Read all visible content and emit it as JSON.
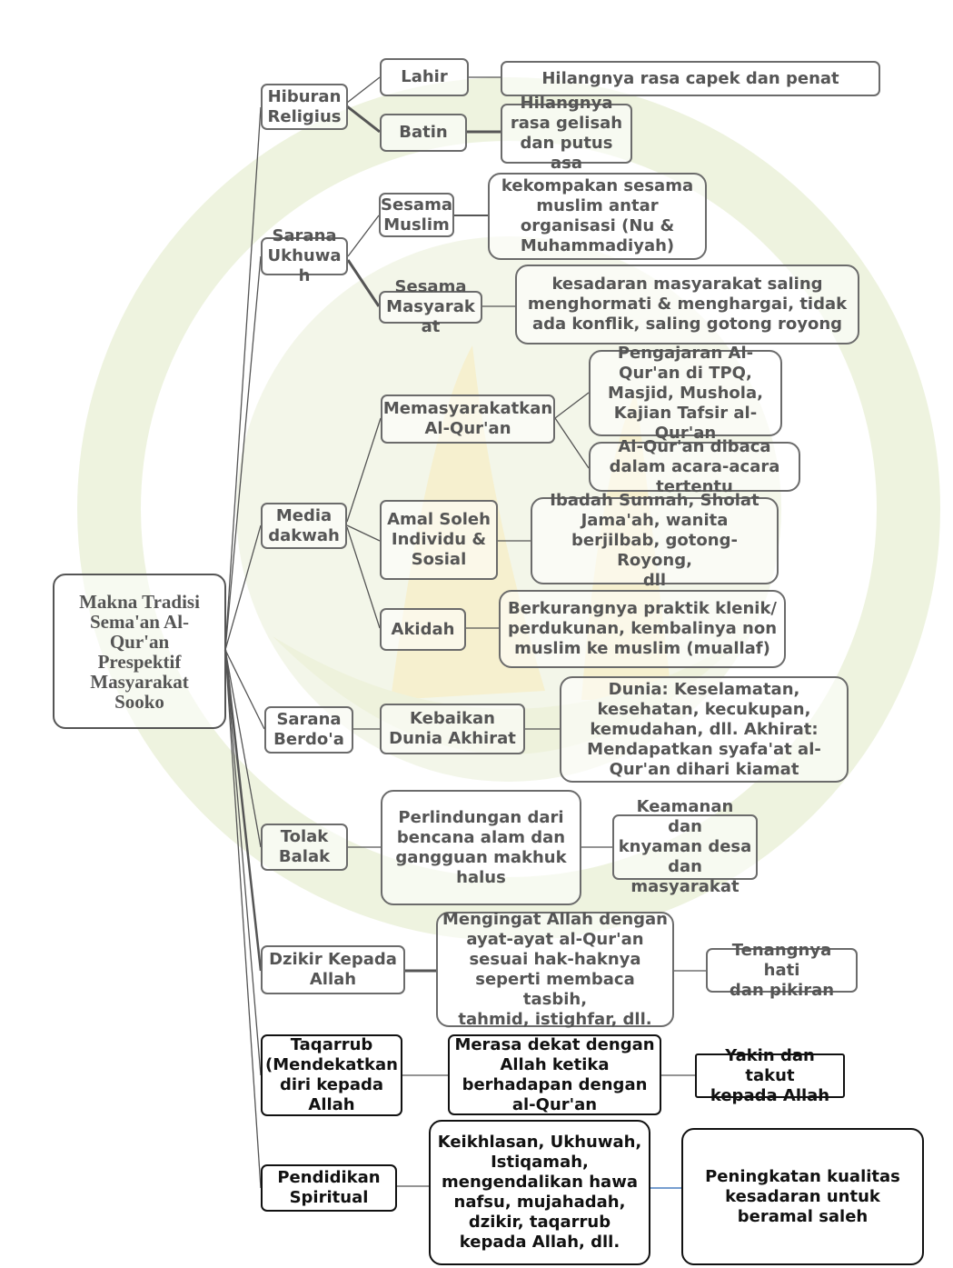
{
  "root": "Makna Tradisi\nSema'an Al-\nQur'an\nPrespektif\nMasyarakat\nSooko",
  "branches": [
    {
      "label": "Hiburan\nReligius",
      "children": [
        {
          "label": "Lahir",
          "children": [
            "Hilangnya rasa capek dan penat"
          ]
        },
        {
          "label": "Batin",
          "children": [
            "Hilangnya\nrasa gelisah\ndan putus\nasa"
          ]
        }
      ]
    },
    {
      "label": "Sarana\nUkhuwa\nh",
      "children": [
        {
          "label": "Sesama\nMuslim",
          "children": [
            "kekompakan sesama\nmuslim antar\norganisasi (Nu &\nMuhammadiyah)"
          ]
        },
        {
          "label": "Sesama\nMasyarak\nat",
          "children": [
            "kesadaran masyarakat saling\nmenghormati & menghargai, tidak\nada konflik, saling gotong royong"
          ]
        }
      ]
    },
    {
      "label": "Media\ndakwah",
      "children": [
        {
          "label": "Memasyarakatkan\nAl-Qur'an",
          "children": [
            "Pengajaran Al-\nQur'an di TPQ,\nMasjid, Mushola,\nKajian Tafsir al-\nQur'an",
            "Al-Qur'an dibaca\ndalam acara-acara\ntertentu"
          ]
        },
        {
          "label": "Amal Soleh\nIndividu &\nSosial",
          "children": [
            "Ibadah Sunnah, Sholat\nJama'ah,  wanita\nberjilbab, gotong-Royong,\ndll"
          ]
        },
        {
          "label": "Akidah",
          "children": [
            "Berkurangnya praktik klenik/\nperdukunan, kembalinya non\nmuslim ke muslim (muallaf)"
          ]
        }
      ]
    },
    {
      "label": "Sarana\nBerdo'a",
      "children": [
        {
          "label": "Kebaikan\nDunia Akhirat",
          "children": [
            "Dunia: Keselamatan,\nkesehatan, kecukupan,\nkemudahan, dll. Akhirat:\nMendapatkan syafa'at al-\nQur'an dihari kiamat"
          ]
        }
      ]
    },
    {
      "label": "Tolak\nBalak",
      "children": [
        {
          "label": "Perlindungan dari\nbencana alam dan\ngangguan makhuk\nhalus",
          "children": [
            "Keamanan dan\nknyaman desa\ndan\nmasyarakat"
          ]
        }
      ]
    },
    {
      "label": "Dzikir Kepada\nAllah",
      "children": [
        {
          "label": "Mengingat Allah dengan\nayat-ayat al-Qur'an\nsesuai hak-haknya\nseperti membaca tasbih,\ntahmid, istighfar, dll.",
          "children": [
            "Tenangnya hati\ndan pikiran"
          ]
        }
      ]
    },
    {
      "label": "Taqarrub\n(Mendekatkan\ndiri kepada\nAllah",
      "children": [
        {
          "label": "Merasa dekat dengan\nAllah ketika\nberhadapan dengan\nal-Qur'an",
          "children": [
            "Yakin dan takut\nkepada Allah"
          ]
        }
      ]
    },
    {
      "label": "Pendidikan\nSpiritual",
      "children": [
        {
          "label": "Keikhlasan, Ukhuwah,\nIstiqamah,\nmengendalikan hawa\nnafsu, mujahadah,\ndzikir, taqarrub\nkepada Allah, dll.",
          "children": [
            "Peningkatan kualitas\nkesadaran untuk\nberamal saleh"
          ]
        }
      ]
    }
  ],
  "watermark_color": "#eaf1d6",
  "watermark_accent": "#f6efc6",
  "line_color": "#555555",
  "accent_line_color": "#4a7fc0"
}
